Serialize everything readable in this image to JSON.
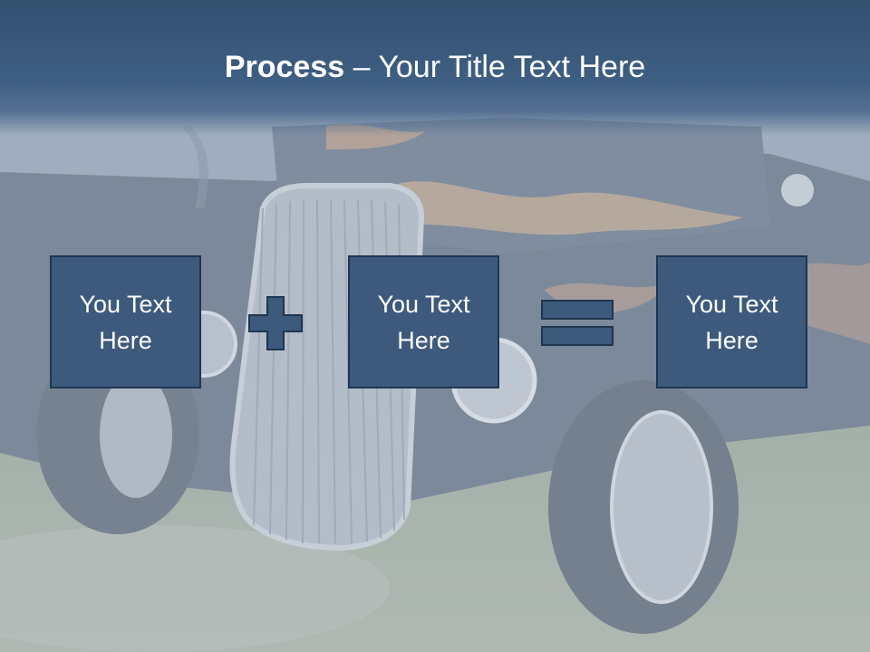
{
  "title": {
    "bold": "Process",
    "rest": " – Your Title Text Here"
  },
  "boxes": [
    {
      "label": "You Text Here"
    },
    {
      "label": "You Text Here"
    },
    {
      "label": "You Text Here"
    }
  ],
  "operators": [
    "plus-icon",
    "equals-icon"
  ],
  "colors": {
    "header": "#3e5f83",
    "box_fill": "#3d5a7d",
    "box_border": "#1f3550",
    "text": "#ffffff"
  }
}
